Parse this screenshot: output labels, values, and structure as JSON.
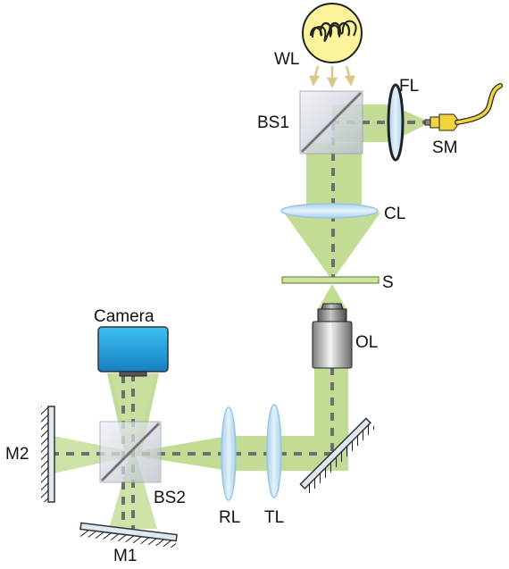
{
  "labels": {
    "wl": "WL",
    "fl": "FL",
    "bs1": "BS1",
    "sm": "SM",
    "cl": "CL",
    "s": "S",
    "camera": "Camera",
    "ol": "OL",
    "m2": "M2",
    "bs2": "BS2",
    "rl": "RL",
    "tl": "TL",
    "m1": "M1"
  },
  "colors": {
    "beam": "#bcd88a",
    "beam_light": "#d4e6ae",
    "axis": "#6e6e6e",
    "lens_fill": "#c8e2f2",
    "lens_stroke": "#8fb9d6",
    "mirror_edge": "#333333",
    "mirror_fill": "#dfe9f2",
    "bulb_fill": "#fbf39a",
    "bulb_ray": "#d8c98a",
    "cube_fill": "#d9dee6",
    "camera_top": "#2fb0e8",
    "camera_bottom": "#1a86c8",
    "fiber": "#f0d43a",
    "objective_light": "#f0f0f0",
    "objective_dark": "#8a8a8a"
  },
  "icons": {
    "lamp": "light-bulb-icon",
    "fiber": "fiber-connector-icon",
    "camera": "camera-icon"
  }
}
